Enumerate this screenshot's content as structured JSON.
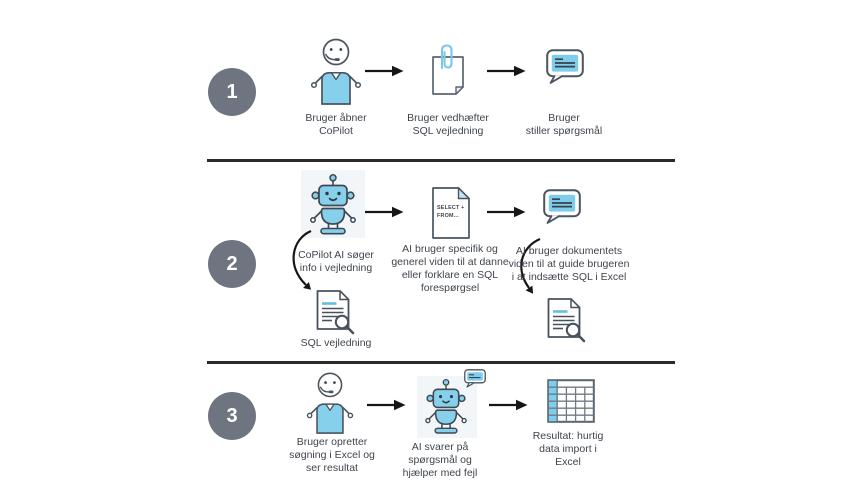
{
  "colors": {
    "accent_blue": "#87d0ec",
    "icon_outline": "#49525c",
    "badge_gray": "#6e7580",
    "separator": "#2b2b2b",
    "text": "#3f454d",
    "paperclip_blue": "#7cc7e9"
  },
  "icons": [
    "user-headset-icon",
    "attachment-document-icon",
    "chat-bubble-icon",
    "robot-icon",
    "sql-query-document-icon",
    "document-search-icon",
    "spreadsheet-icon",
    "arrow-right-icon",
    "curved-arrow-icon"
  ],
  "steps": [
    {
      "number": "1",
      "items": [
        {
          "lines": [
            "Bruger åbner",
            "CoPilot"
          ]
        },
        {
          "lines": [
            "Bruger vedhæfter",
            "SQL vejledning"
          ]
        },
        {
          "lines": [
            "Bruger",
            "stiller spørgsmål"
          ]
        }
      ]
    },
    {
      "number": "2",
      "items": [
        {
          "lines": [
            "CoPilot AI søger",
            "info i vejledning"
          ],
          "sub_label": "SQL vejledning"
        },
        {
          "lines": [
            "AI bruger specifik og",
            "generel viden til at danne",
            "eller forklare en SQL",
            "forespørgsel"
          ],
          "doc_text": [
            "SELECT +",
            "FROM..."
          ]
        },
        {
          "lines": [
            "AI bruger dokumentets",
            "viden til at guide brugeren",
            "i at indsætte SQL i Excel"
          ]
        }
      ]
    },
    {
      "number": "3",
      "items": [
        {
          "lines": [
            "Bruger opretter",
            "søgning i Excel og",
            "ser resultat"
          ]
        },
        {
          "lines": [
            "AI svarer på",
            "spørgsmål og",
            "hjælper med fejl"
          ]
        },
        {
          "lines": [
            "Resultat: hurtig",
            "data import i",
            "Excel"
          ]
        }
      ]
    }
  ]
}
